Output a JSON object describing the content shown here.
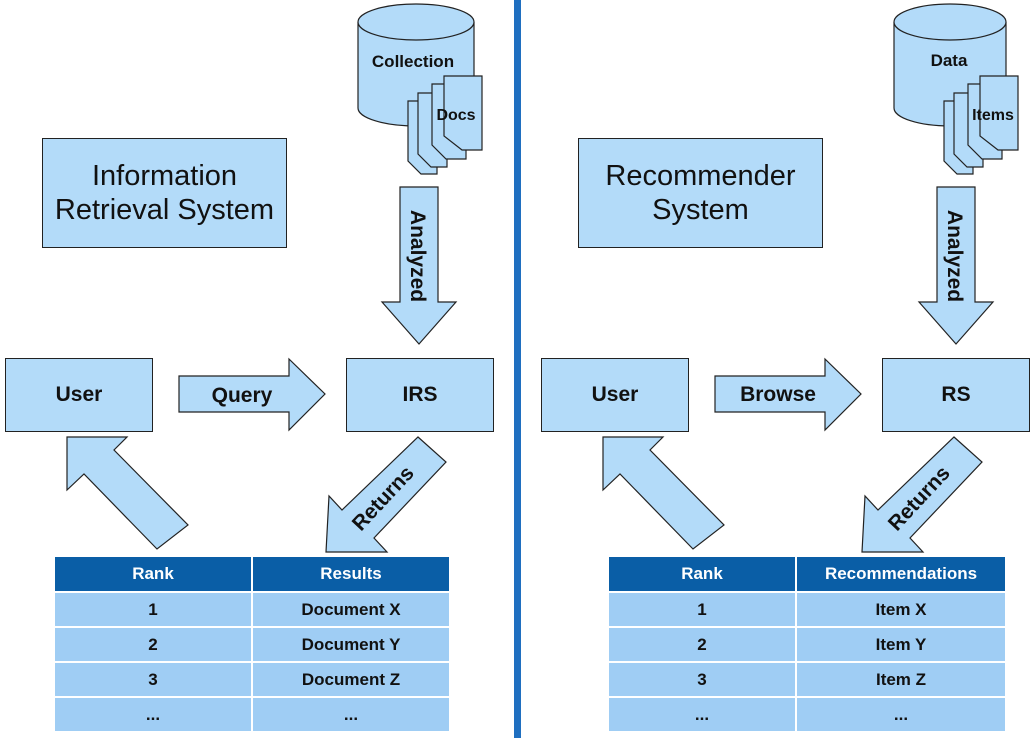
{
  "left": {
    "title_line1": "Information",
    "title_line2": "Retrieval System",
    "store_label": "Collection",
    "docs_label": "Docs",
    "analyzed_label": "Analyzed",
    "user_label": "User",
    "action_label": "Query",
    "system_label": "IRS",
    "returns_label": "Returns",
    "table": {
      "headers": [
        "Rank",
        "Results"
      ],
      "rows": [
        [
          "1",
          "Document X"
        ],
        [
          "2",
          "Document Y"
        ],
        [
          "3",
          "Document Z"
        ],
        [
          "...",
          "..."
        ]
      ]
    }
  },
  "right": {
    "title_line1": "Recommender",
    "title_line2": "System",
    "store_label": "Data",
    "docs_label": "Items",
    "analyzed_label": "Analyzed",
    "user_label": "User",
    "action_label": "Browse",
    "system_label": "RS",
    "returns_label": "Returns",
    "table": {
      "headers": [
        "Rank",
        "Recommendations"
      ],
      "rows": [
        [
          "1",
          "Item X"
        ],
        [
          "2",
          "Item Y"
        ],
        [
          "3",
          "Item Z"
        ],
        [
          "...",
          "..."
        ]
      ]
    }
  },
  "colors": {
    "box_fill": "#b3dbf9",
    "table_header": "#0a5ea6",
    "table_row": "#9fcdf4",
    "divider": "#1f6fc0"
  }
}
